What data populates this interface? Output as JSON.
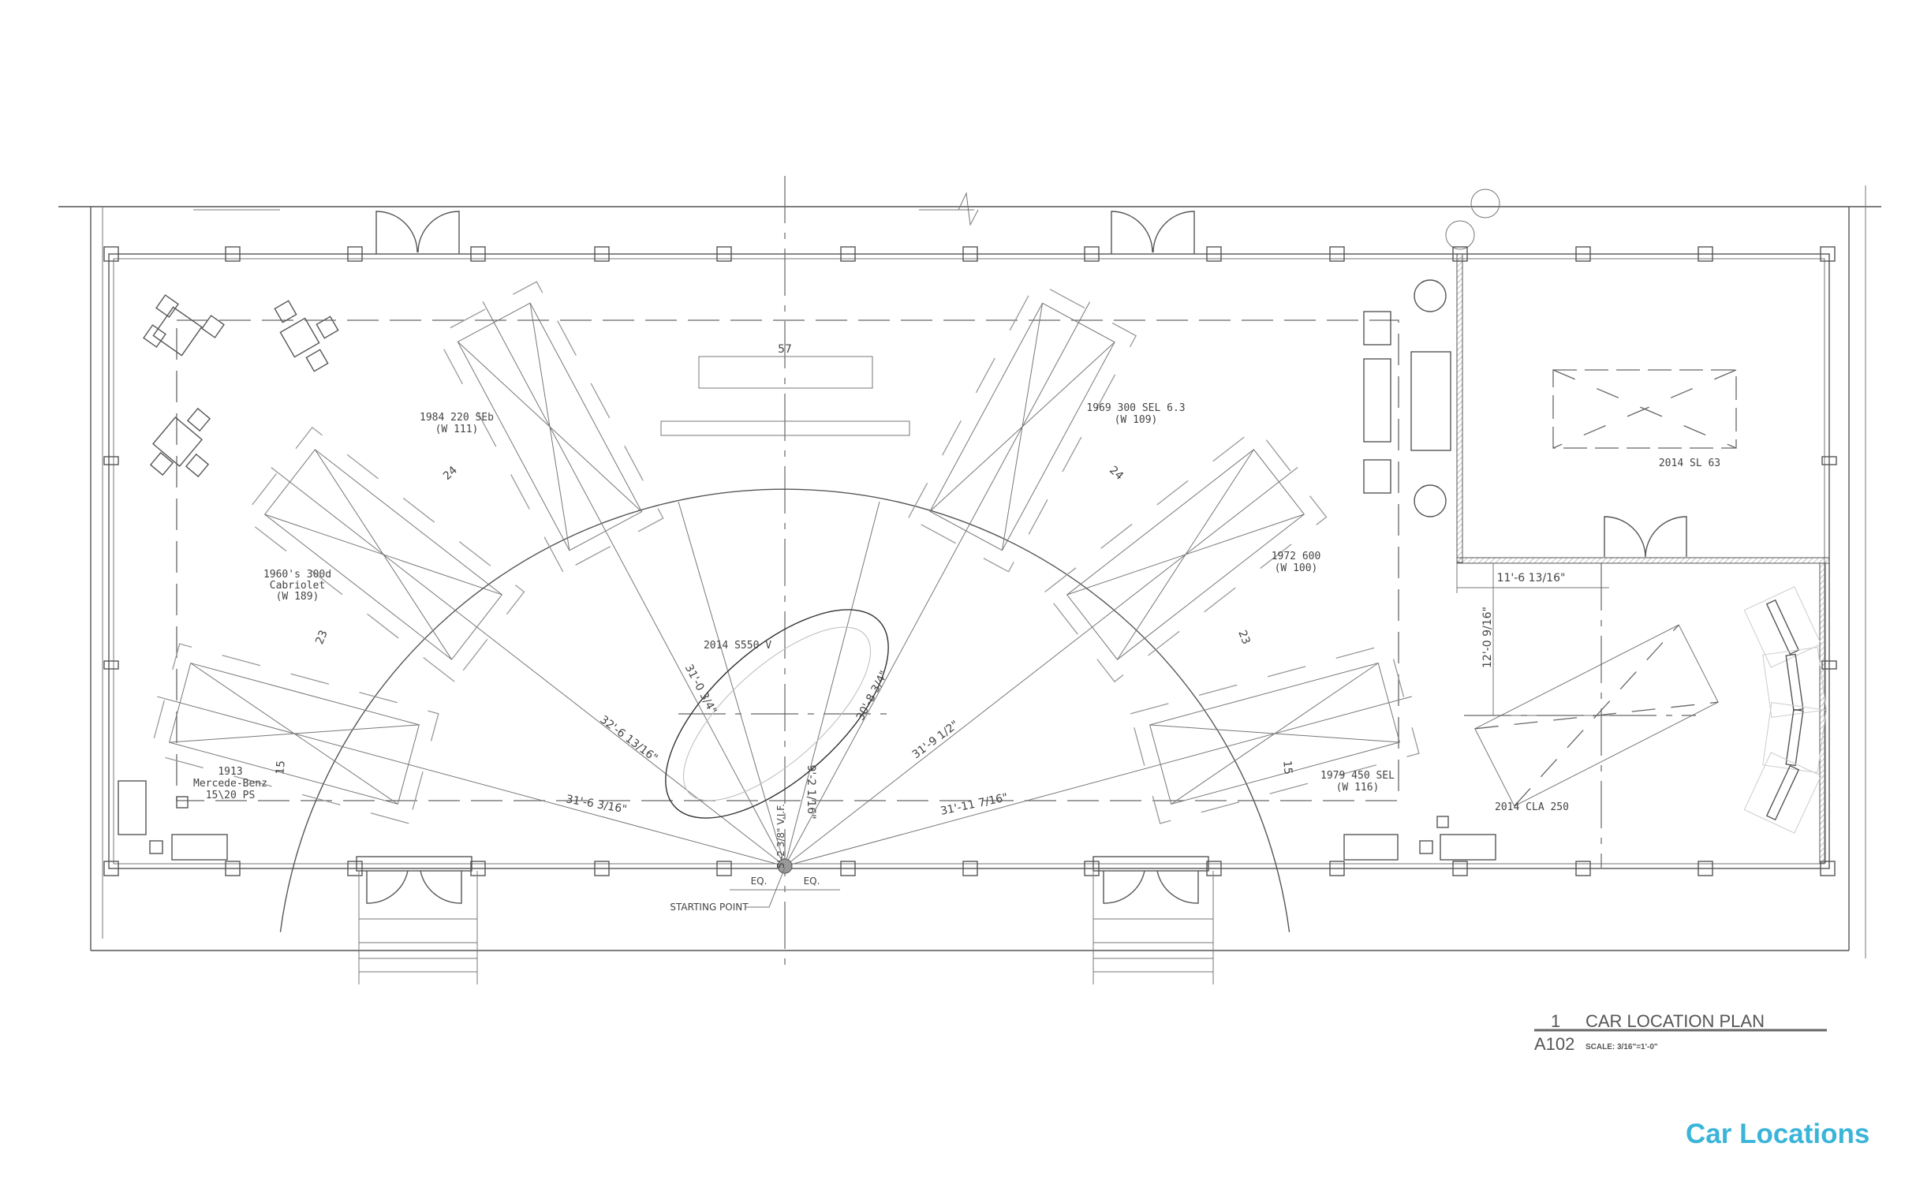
{
  "plan": {
    "center_mark": "57",
    "cars": [
      {
        "id": "1913",
        "lines": [
          "1913",
          "Mercede-Benz",
          "15\\20 PS"
        ]
      },
      {
        "id": "1960s",
        "lines": [
          "1960's 300d",
          "Cabriolet",
          "(W 189)"
        ]
      },
      {
        "id": "1984",
        "lines": [
          "1984 220 SEb",
          "(W 111)"
        ]
      },
      {
        "id": "s550",
        "lines": [
          "2014 S550 V"
        ]
      },
      {
        "id": "1969",
        "lines": [
          "1969 300 SEL 6.3",
          "(W 109)"
        ]
      },
      {
        "id": "1972",
        "lines": [
          "1972 600",
          "(W 100)"
        ]
      },
      {
        "id": "1979",
        "lines": [
          "1979 450 SEL",
          "(W 116)"
        ]
      },
      {
        "id": "sl63",
        "lines": [
          "2014 SL 63"
        ]
      },
      {
        "id": "cla250",
        "lines": [
          "2014 CLA 250"
        ]
      }
    ],
    "arc_marks": [
      "24",
      "24",
      "23",
      "23",
      "15",
      "15"
    ],
    "dimensions": {
      "ray_1913": "31'-6 3/16\"",
      "ray_1960s": "32'-6 13/16\"",
      "ray_1984": "31'-0 3/4\"",
      "ray_1969": "30'-8 3/4\"",
      "ray_1972": "31'-9 1/2\"",
      "ray_1979": "31'-11 7/16\"",
      "s550_offset": "9'-2 1/16\"",
      "start_offset": "5'-2 3/8\" V.I.F.",
      "cla_horizontal": "11'-6 13/16\"",
      "cla_vertical": "12'-0 9/16\"",
      "eq_left": "EQ.",
      "eq_right": "EQ."
    },
    "starting_point": "STARTING POINT"
  },
  "title_block": {
    "number": "1",
    "title": "CAR LOCATION PLAN",
    "sheet": "A102",
    "scale": "SCALE: 3/16\"=1'-0\""
  },
  "caption": "Car Locations",
  "colors": {
    "caption": "#3ab4d8",
    "linework": "#555555"
  }
}
